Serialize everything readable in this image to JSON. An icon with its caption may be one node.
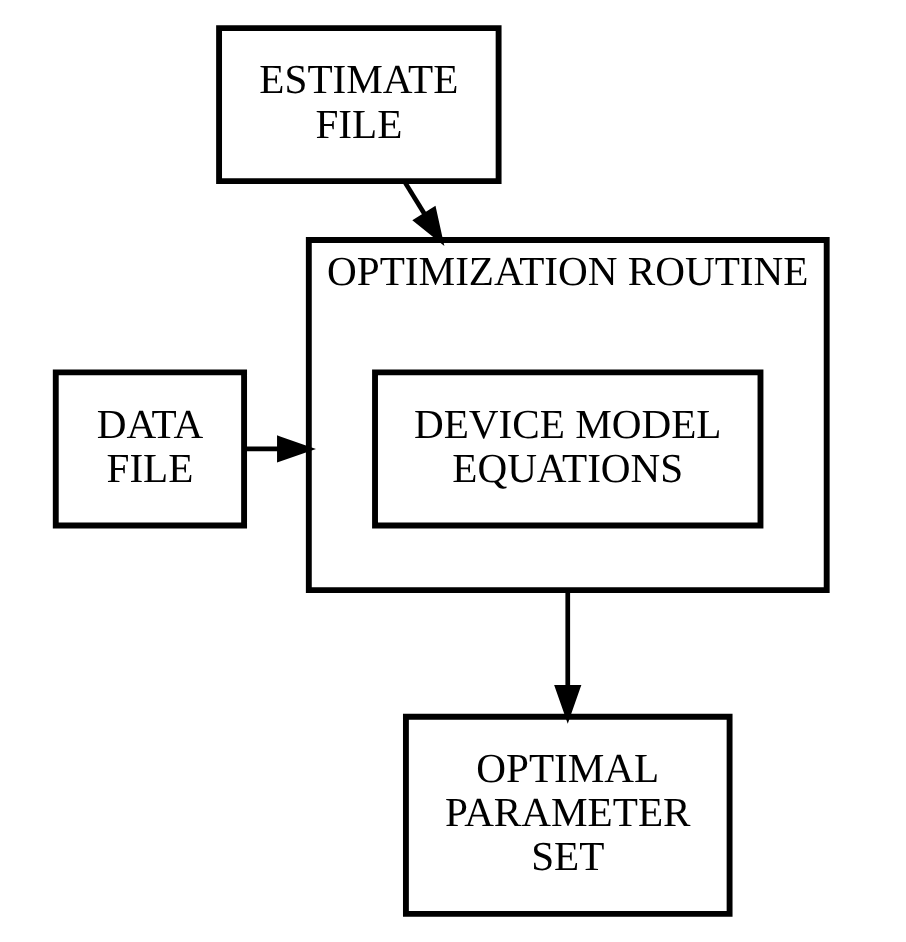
{
  "diagram": {
    "nodes": [
      {
        "text": [
          "ESTIMATE FILE"
        ]
      },
      {
        "text": [
          "DATA FILE"
        ]
      },
      {
        "text": [
          "OPTIMIZATION ROUTINE"
        ]
      },
      {
        "text": [
          "DEVICE MODEL EQUATIONS"
        ],
        "in": 2
      },
      {
        "text": [
          "OPTIMAL PARAMETER SET"
        ]
      }
    ],
    "edges": [
      {
        "from": 0,
        "to": 2,
        "arrow": "to"
      },
      {
        "from": 1,
        "to": 2,
        "arrow": "to"
      },
      {
        "from": 2,
        "to": 4,
        "arrow": "to"
      }
    ]
  }
}
